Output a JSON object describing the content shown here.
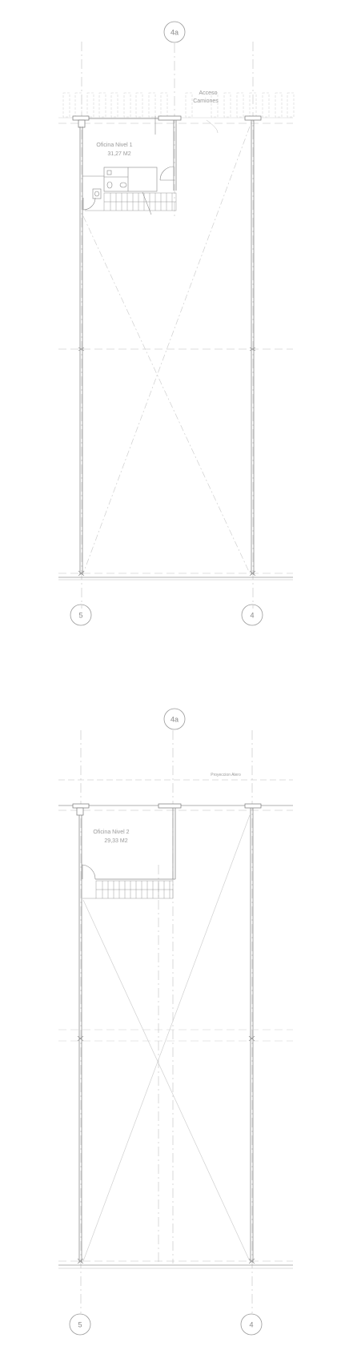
{
  "plans": [
    {
      "top_axis": "4a",
      "bottom_axes": [
        "5",
        "4"
      ],
      "notes": [
        "Acceso",
        "Camiones"
      ],
      "room_name": "Oficina Nivel 1",
      "room_area": "31,27 M2"
    },
    {
      "top_axis": "4a",
      "bottom_axes": [
        "5",
        "4"
      ],
      "notes": [
        "Proyeccion Alero"
      ],
      "room_name": "Oficina Nivel 2",
      "room_area": "29,33 M2"
    }
  ],
  "colors": {
    "line": "#8c8c8c",
    "line_light": "#c8c8c8",
    "text": "#9a9a9a"
  }
}
